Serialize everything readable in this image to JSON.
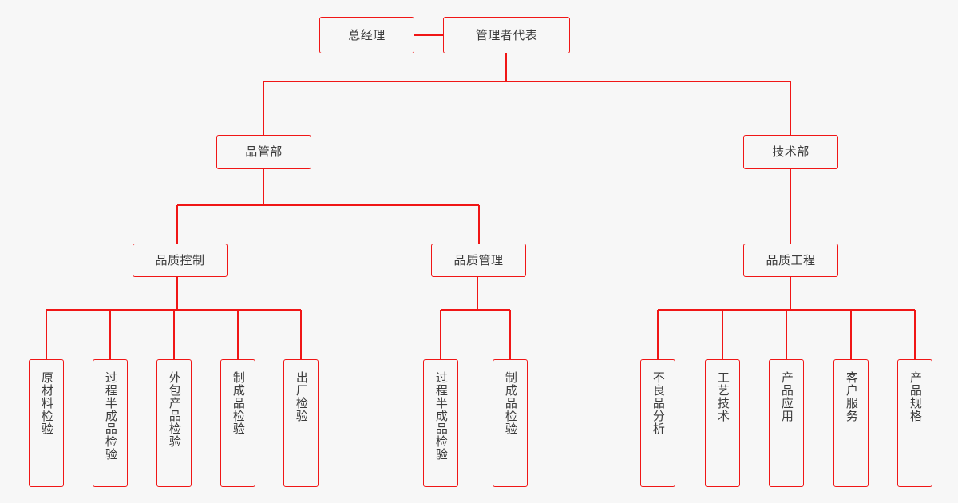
{
  "diagram": {
    "type": "org-chart",
    "orientation": "top-down",
    "background_color": "#f7f7f7",
    "line_color": "#f01616",
    "box_border_color": "#f01616",
    "box_fill_color": "#f7f7f7",
    "text_color": "#3c3c3c"
  },
  "nodes": {
    "general_manager": {
      "label": "总经理"
    },
    "management_rep": {
      "label": "管理者代表"
    },
    "quality_dept": {
      "label": "品管部"
    },
    "technical_dept": {
      "label": "技术部"
    },
    "quality_control": {
      "label": "品质控制"
    },
    "quality_management": {
      "label": "品质管理"
    },
    "quality_engineering": {
      "label": "品质工程"
    },
    "qc_leaf_1": {
      "label": "原材料检验"
    },
    "qc_leaf_2": {
      "label": "过程半成品检验"
    },
    "qc_leaf_3": {
      "label": "外包产品检验"
    },
    "qc_leaf_4": {
      "label": "制成品检验"
    },
    "qc_leaf_5": {
      "label": "出厂检验"
    },
    "qm_leaf_1": {
      "label": "过程半成品检验"
    },
    "qm_leaf_2": {
      "label": "制成品检验"
    },
    "qe_leaf_1": {
      "label": "不良品分析"
    },
    "qe_leaf_2": {
      "label": "工艺技术"
    },
    "qe_leaf_3": {
      "label": "产品应用"
    },
    "qe_leaf_4": {
      "label": "客户服务"
    },
    "qe_leaf_5": {
      "label": "产品规格"
    }
  },
  "chart_data": {
    "type": "tree",
    "root": "总经理",
    "levels": [
      [
        "总经理",
        "管理者代表"
      ],
      [
        "品管部",
        "技术部"
      ],
      [
        "品质控制",
        "品质管理",
        "品质工程"
      ],
      [
        "原材料检验",
        "过程半成品检验",
        "外包产品检验",
        "制成品检验",
        "出厂检验",
        "过程半成品检验",
        "制成品检验",
        "不良品分析",
        "工艺技术",
        "产品应用",
        "客户服务",
        "产品规格"
      ]
    ],
    "edges": [
      [
        "总经理",
        "管理者代表"
      ],
      [
        "管理者代表",
        "品管部"
      ],
      [
        "管理者代表",
        "技术部"
      ],
      [
        "品管部",
        "品质控制"
      ],
      [
        "品管部",
        "品质管理"
      ],
      [
        "技术部",
        "品质工程"
      ],
      [
        "品质控制",
        "原材料检验"
      ],
      [
        "品质控制",
        "过程半成品检验"
      ],
      [
        "品质控制",
        "外包产品检验"
      ],
      [
        "品质控制",
        "制成品检验"
      ],
      [
        "品质控制",
        "出厂检验"
      ],
      [
        "品质管理",
        "过程半成品检验"
      ],
      [
        "品质管理",
        "制成品检验"
      ],
      [
        "品质工程",
        "不良品分析"
      ],
      [
        "品质工程",
        "工艺技术"
      ],
      [
        "品质工程",
        "产品应用"
      ],
      [
        "品质工程",
        "客户服务"
      ],
      [
        "品质工程",
        "产品规格"
      ]
    ]
  }
}
